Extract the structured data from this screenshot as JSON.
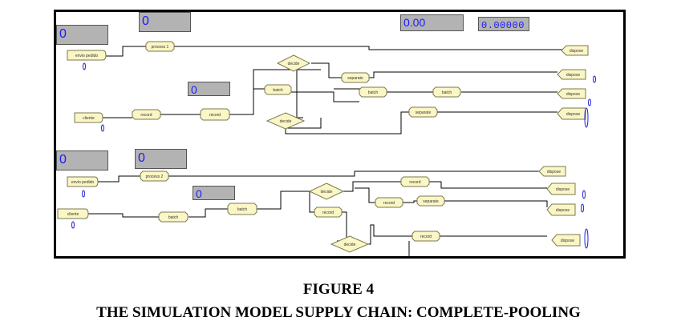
{
  "figure": {
    "number_label": "FIGURE 4",
    "title": "THE SIMULATION MODEL SUPPLY CHAIN: COMPLETE-POOLING"
  },
  "colors": {
    "module_fill": "#fbf6c5",
    "module_border": "#7a7a52",
    "counter_fill": "#b3b3b3",
    "counter_text": "#1a1aff",
    "frame": "#000000"
  },
  "counters": {
    "c1": "0",
    "c2": "0",
    "c3": "0",
    "c4": "0.00",
    "c5": "0.00000",
    "c6": "0",
    "c7": "0",
    "c8": "0"
  },
  "modules": {
    "m01": "envio pedido",
    "m02": "process 1",
    "m03": "decide",
    "m04": "separate",
    "m05": "decide",
    "m06": "batch",
    "m07": "cliente",
    "m08": "batch",
    "m09": "batch",
    "m10": "record",
    "m11": "record",
    "m12": "dispose",
    "m13": "dispose",
    "m14": "dispose",
    "m15": "dispose",
    "m16": "process 2",
    "m17": "envio pedido",
    "m18": "batch",
    "m19": "cliente",
    "m20": "batch",
    "m21": "record",
    "m22": "separate",
    "m23": "decide",
    "m24": "decide",
    "m25": "record",
    "m26": "dispose",
    "m27": "dispose",
    "m28": "dispose",
    "m29": "dispose",
    "m30": "record"
  }
}
